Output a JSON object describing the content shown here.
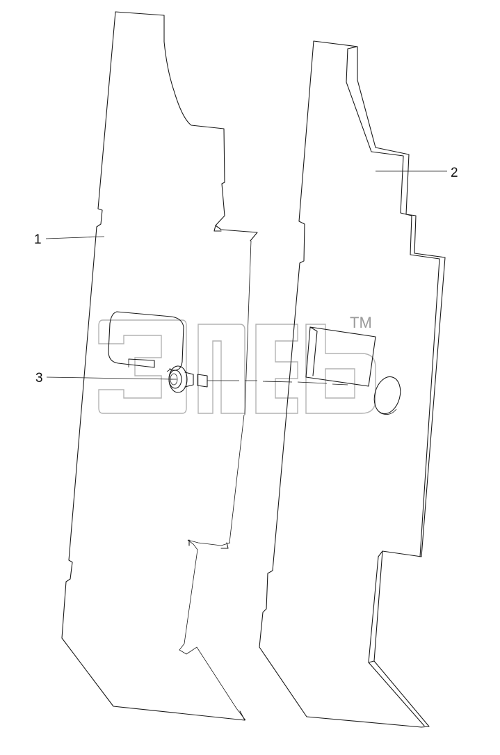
{
  "callouts": [
    {
      "id": "1",
      "label": "1"
    },
    {
      "id": "2",
      "label": "2"
    },
    {
      "id": "3",
      "label": "3"
    }
  ],
  "watermark": {
    "mark": "TM"
  },
  "colors": {
    "line": "#1a1a1a",
    "watermark": "#b3b3b3",
    "background": "#ffffff"
  }
}
